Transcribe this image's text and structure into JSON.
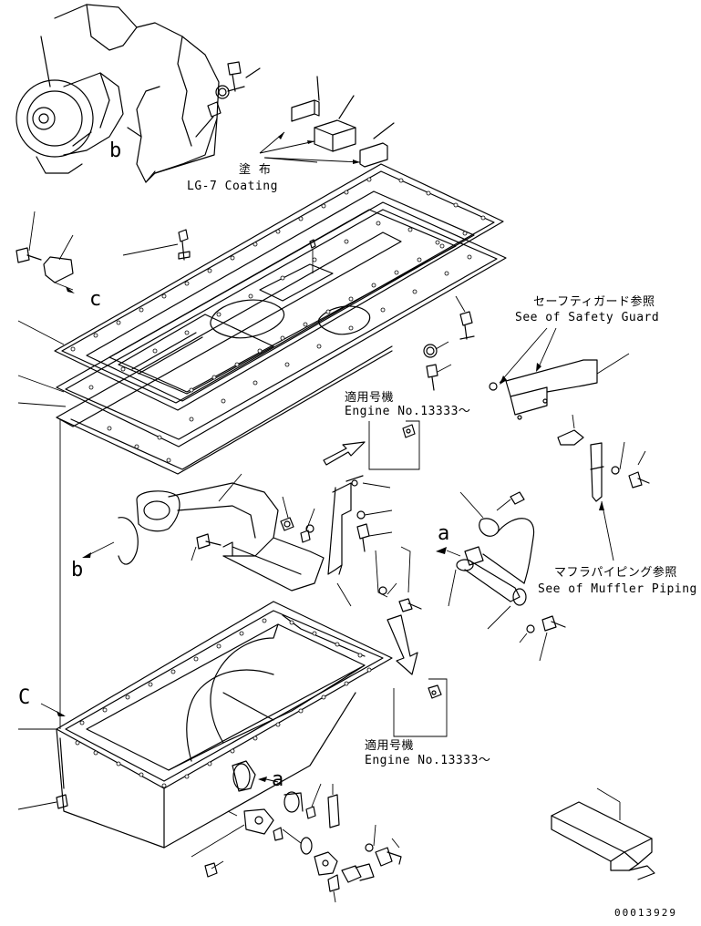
{
  "annotations": {
    "coating_jp": "塗 布",
    "coating_en": "LG-7 Coating",
    "safety_guard_jp": "セーフティガード参照",
    "safety_guard_en": "See of Safety Guard",
    "engine_no_jp_1": "適用号機",
    "engine_no_en_1": "Engine No.13333～",
    "engine_no_jp_2": "適用号機",
    "engine_no_en_2": "Engine No.13333～",
    "muffler_jp": "マフラパイピング参照",
    "muffler_en": "See of Muffler Piping",
    "drawing_number": "00013929"
  },
  "callouts": {
    "b_top": "b",
    "c_left": "c",
    "b_left": "b",
    "a_right": "a",
    "c_lower": "C",
    "a_bottom": "a"
  }
}
